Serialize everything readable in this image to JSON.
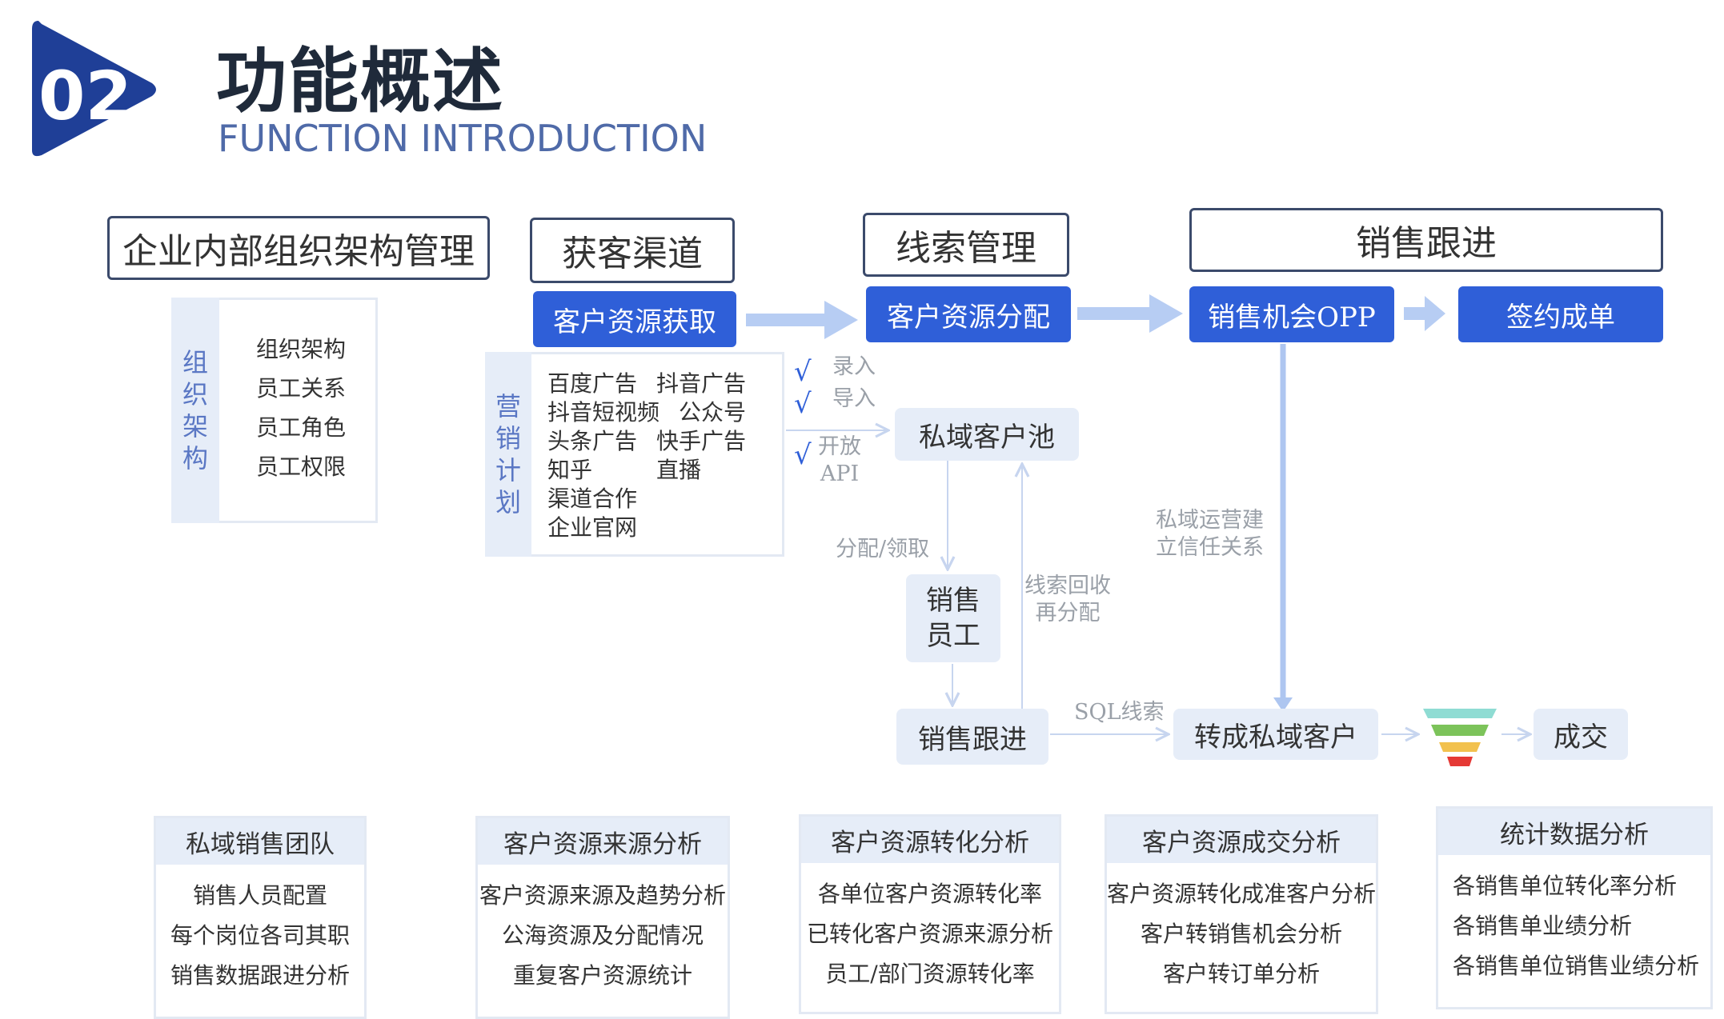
{
  "header": {
    "number": "02",
    "title": "功能概述",
    "subtitle": "FUNCTION INTRODUCTION"
  },
  "colors": {
    "brand_dark": "#1f3f97",
    "accent_blue": "#2f5fd8",
    "pale_blue": "#e6edf8",
    "title_text": "#1f2a3a",
    "subtitle_text": "#4f6aa8"
  },
  "sections": {
    "org": "企业内部组织架构管理",
    "acquire": "获客渠道",
    "leads": "线索管理",
    "sales": "销售跟进"
  },
  "flow": {
    "acquire_btn": "客户资源获取",
    "assign_btn": "客户资源分配",
    "opp_btn": "销售机会OPP",
    "sign_btn": "签约成单"
  },
  "org_panel": {
    "side_chars": [
      "组",
      "织",
      "架",
      "构"
    ],
    "items": [
      "组织架构",
      "员工关系",
      "员工角色",
      "员工权限"
    ]
  },
  "marketing": {
    "side_chars": [
      "营",
      "销",
      "计",
      "划"
    ],
    "rows": [
      [
        "百度广告",
        "抖音广告"
      ],
      [
        "抖音短视频",
        "公众号"
      ],
      [
        "头条广告",
        "快手广告"
      ],
      [
        "知乎",
        "直播"
      ],
      [
        "渠道合作",
        ""
      ],
      [
        "企业官网",
        ""
      ]
    ]
  },
  "checks": [
    {
      "mark": "√",
      "label": "录入"
    },
    {
      "mark": "√",
      "label": "导入"
    },
    {
      "mark": "√",
      "label": "开放",
      "label2": "API"
    }
  ],
  "pool": "私域客户池",
  "assign_claim": "分配/领取",
  "sales_staff": [
    "销售",
    "员工"
  ],
  "recycle": [
    "线索回收",
    "再分配"
  ],
  "private_ops": [
    "私域运营建",
    "立信任关系"
  ],
  "follow": "销售跟进",
  "sql": "SQL线索",
  "convert": "转成私域客户",
  "deal": "成交",
  "funnel_colors": [
    "#8fdcd3",
    "#7cc35a",
    "#f2c14e",
    "#e53935"
  ],
  "cards": [
    {
      "title": "私域销售团队",
      "items": [
        "销售人员配置",
        "每个岗位各司其职",
        "销售数据跟进分析"
      ]
    },
    {
      "title": "客户资源来源分析",
      "items": [
        "客户资源来源及趋势分析",
        "公海资源及分配情况",
        "重复客户资源统计"
      ]
    },
    {
      "title": "客户资源转化分析",
      "items": [
        "各单位客户资源转化率",
        "已转化客户资源来源分析",
        "员工/部门资源转化率"
      ]
    },
    {
      "title": "客户资源成交分析",
      "items": [
        "客户资源转化成准客户分析",
        "客户转销售机会分析",
        "客户转订单分析"
      ]
    },
    {
      "title": "统计数据分析",
      "items": [
        "各销售单位转化率分析",
        "各销售单业绩分析",
        "各销售单位销售业绩分析"
      ]
    }
  ]
}
